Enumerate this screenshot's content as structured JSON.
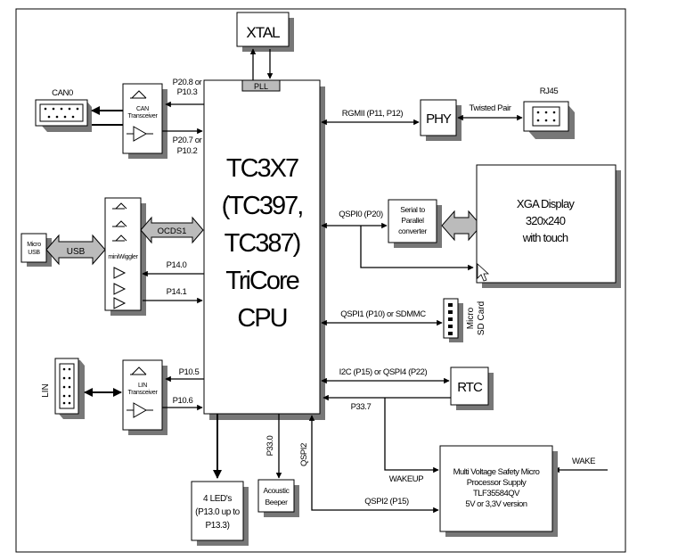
{
  "cpu": {
    "line1": "TC3X7",
    "line2": "(TC397,",
    "line3": "TC387)",
    "line4": "TriCore",
    "line5": "CPU"
  },
  "xtal": "XTAL",
  "pll": "PLL",
  "can": {
    "connector": "CAN0",
    "transceiver_line1": "CAN",
    "transceiver_line2": "Transceiver",
    "pin_tx_line1": "P20.8 or",
    "pin_tx_line2": "P10.3",
    "pin_rx_line1": "P20.7 or",
    "pin_rx_line2": "P10.2"
  },
  "ethernet": {
    "rgmii": "RGMII (P11, P12)",
    "phy": "PHY",
    "twisted_pair": "Twisted Pair",
    "rj45": "RJ45"
  },
  "display": {
    "qspi0": "QSPI0 (P20)",
    "converter_line1": "Serial to",
    "converter_line2": "Parallel",
    "converter_line3": "converter",
    "line1": "XGA Display",
    "line2": "320x240",
    "line3": "with touch"
  },
  "debug": {
    "micro_usb_line1": "Micro",
    "micro_usb_line2": "USB",
    "usb": "USB",
    "ocds": "OCDS1",
    "miniwiggler": "miniWiggler",
    "p140": "P14.0",
    "p141": "P14.1"
  },
  "sd": {
    "qspi1": "QSPI1 (P10) or SDMMC",
    "label_line1": "Micro",
    "label_line2": "SD Card"
  },
  "rtc": {
    "bus": "I2C (P15) or QSPI4 (P22)",
    "label": "RTC",
    "p337": "P33.7"
  },
  "lin": {
    "connector": "LIN",
    "transceiver_line1": "LIN",
    "transceiver_line2": "Transceiver",
    "p105": "P10.5",
    "p106": "P10.6"
  },
  "leds": {
    "line1": "4 LED's",
    "line2": "(P13.0 up to",
    "line3": "P13.3)"
  },
  "beeper": {
    "pin": "P33.0",
    "line1": "Acoustic",
    "line2": "Beeper"
  },
  "power": {
    "qspi2_vertical": "QSPI2",
    "qspi2": "QSPI2 (P15)",
    "wakeup": "WAKEUP",
    "wake": "WAKE",
    "line1": "Multi Voltage Safety Micro",
    "line2": "Processor Supply",
    "line3": "TLF35584QV",
    "line4": "5V or 3,3V version"
  }
}
